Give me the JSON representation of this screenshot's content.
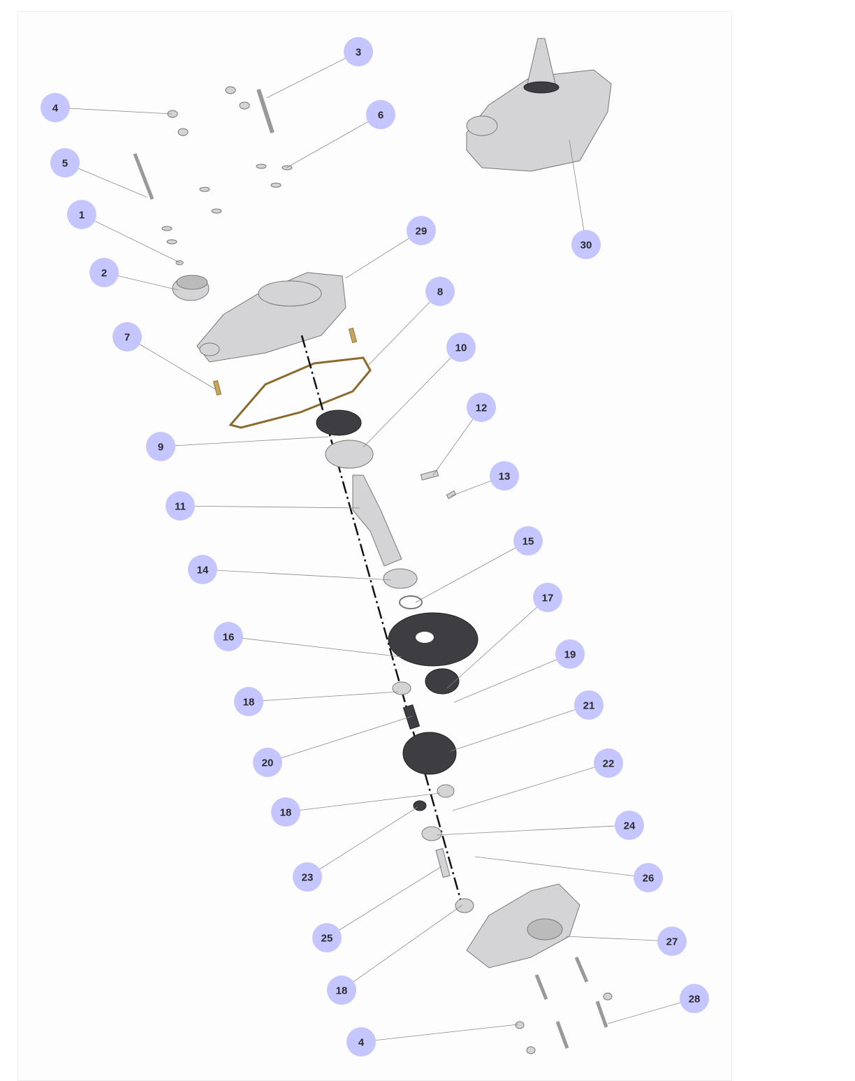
{
  "diagram": {
    "type": "exploded-parts-view",
    "callouts": [
      {
        "label": "3"
      },
      {
        "label": "4"
      },
      {
        "label": "6"
      },
      {
        "label": "5"
      },
      {
        "label": "1"
      },
      {
        "label": "29"
      },
      {
        "label": "30"
      },
      {
        "label": "2"
      },
      {
        "label": "8"
      },
      {
        "label": "7"
      },
      {
        "label": "10"
      },
      {
        "label": "12"
      },
      {
        "label": "9"
      },
      {
        "label": "13"
      },
      {
        "label": "11"
      },
      {
        "label": "15"
      },
      {
        "label": "14"
      },
      {
        "label": "17"
      },
      {
        "label": "16"
      },
      {
        "label": "19"
      },
      {
        "label": "18"
      },
      {
        "label": "21"
      },
      {
        "label": "20"
      },
      {
        "label": "22"
      },
      {
        "label": "18"
      },
      {
        "label": "24"
      },
      {
        "label": "23"
      },
      {
        "label": "26"
      },
      {
        "label": "25"
      },
      {
        "label": "27"
      },
      {
        "label": "18"
      },
      {
        "label": "28"
      },
      {
        "label": "4"
      }
    ],
    "colors": {
      "callout": "#c5c5ff",
      "leader": "#8a8a8a",
      "gasket": "#8a6a2e"
    }
  }
}
